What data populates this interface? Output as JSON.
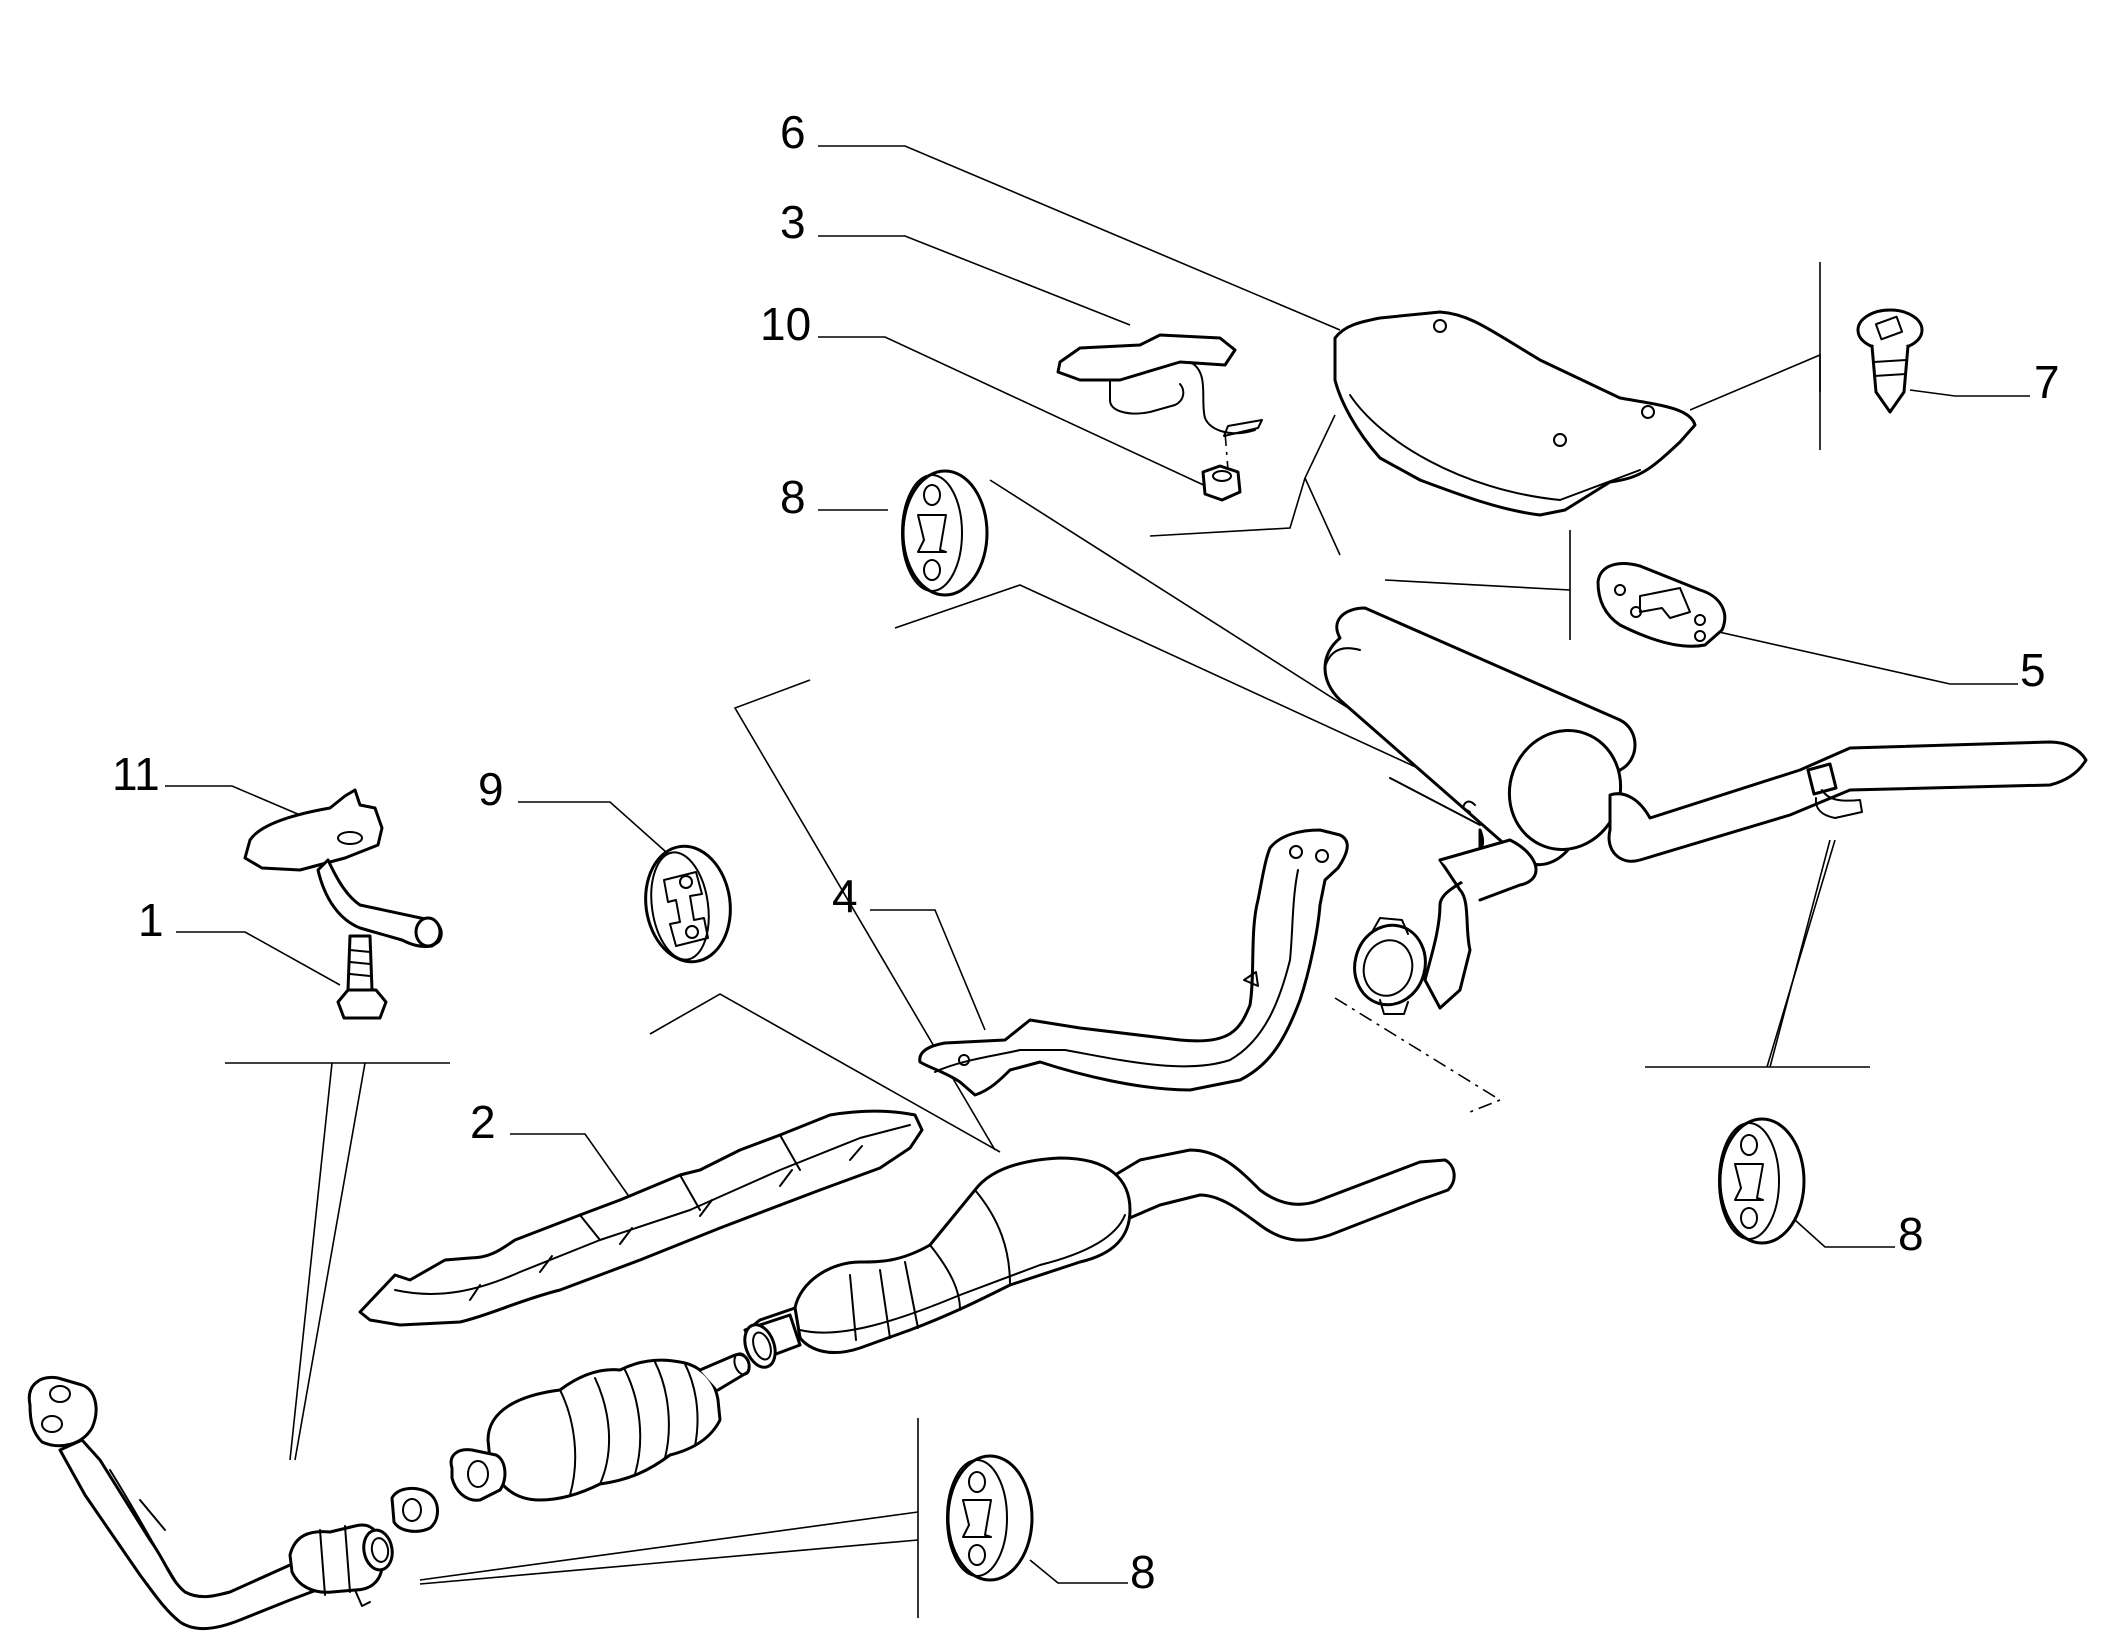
{
  "callouts": [
    {
      "id": "6",
      "label": "6"
    },
    {
      "id": "3",
      "label": "3"
    },
    {
      "id": "10",
      "label": "10"
    },
    {
      "id": "8a",
      "label": "8"
    },
    {
      "id": "7",
      "label": "7"
    },
    {
      "id": "5",
      "label": "5"
    },
    {
      "id": "11",
      "label": "11"
    },
    {
      "id": "9",
      "label": "9"
    },
    {
      "id": "4",
      "label": "4"
    },
    {
      "id": "1",
      "label": "1"
    },
    {
      "id": "2",
      "label": "2"
    },
    {
      "id": "8b",
      "label": "8"
    },
    {
      "id": "8c",
      "label": "8"
    }
  ],
  "colors": {
    "ink": "#000000",
    "paper": "#ffffff"
  }
}
